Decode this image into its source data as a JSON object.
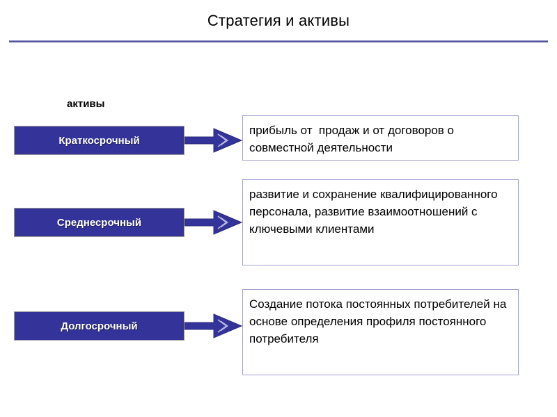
{
  "slide": {
    "title": "Стратегия и активы",
    "divider_color": "#5b5ba5",
    "background_color": "#ffffff",
    "assets_label": "активы",
    "term_box_color": "#333399",
    "term_text_color": "#ffffff",
    "arrow_color": "#333399",
    "desc_border_color": "#9f9fcf"
  },
  "rows": [
    {
      "term": "Краткосрочный",
      "description": "прибыль от  продаж и от договоров о совместной деятельности",
      "arrow_icon": "block-arrow-right-icon"
    },
    {
      "term": "Среднесрочный",
      "description": "развитие и сохранение квалифицированного персонала, развитие взаимоотношений с ключевыми клиентами",
      "arrow_icon": "block-arrow-right-icon"
    },
    {
      "term": "Долгосрочный",
      "description": "Создание потока постоянных потребителей на основе определения профиля постоянного потребителя",
      "arrow_icon": "block-arrow-right-icon"
    }
  ]
}
